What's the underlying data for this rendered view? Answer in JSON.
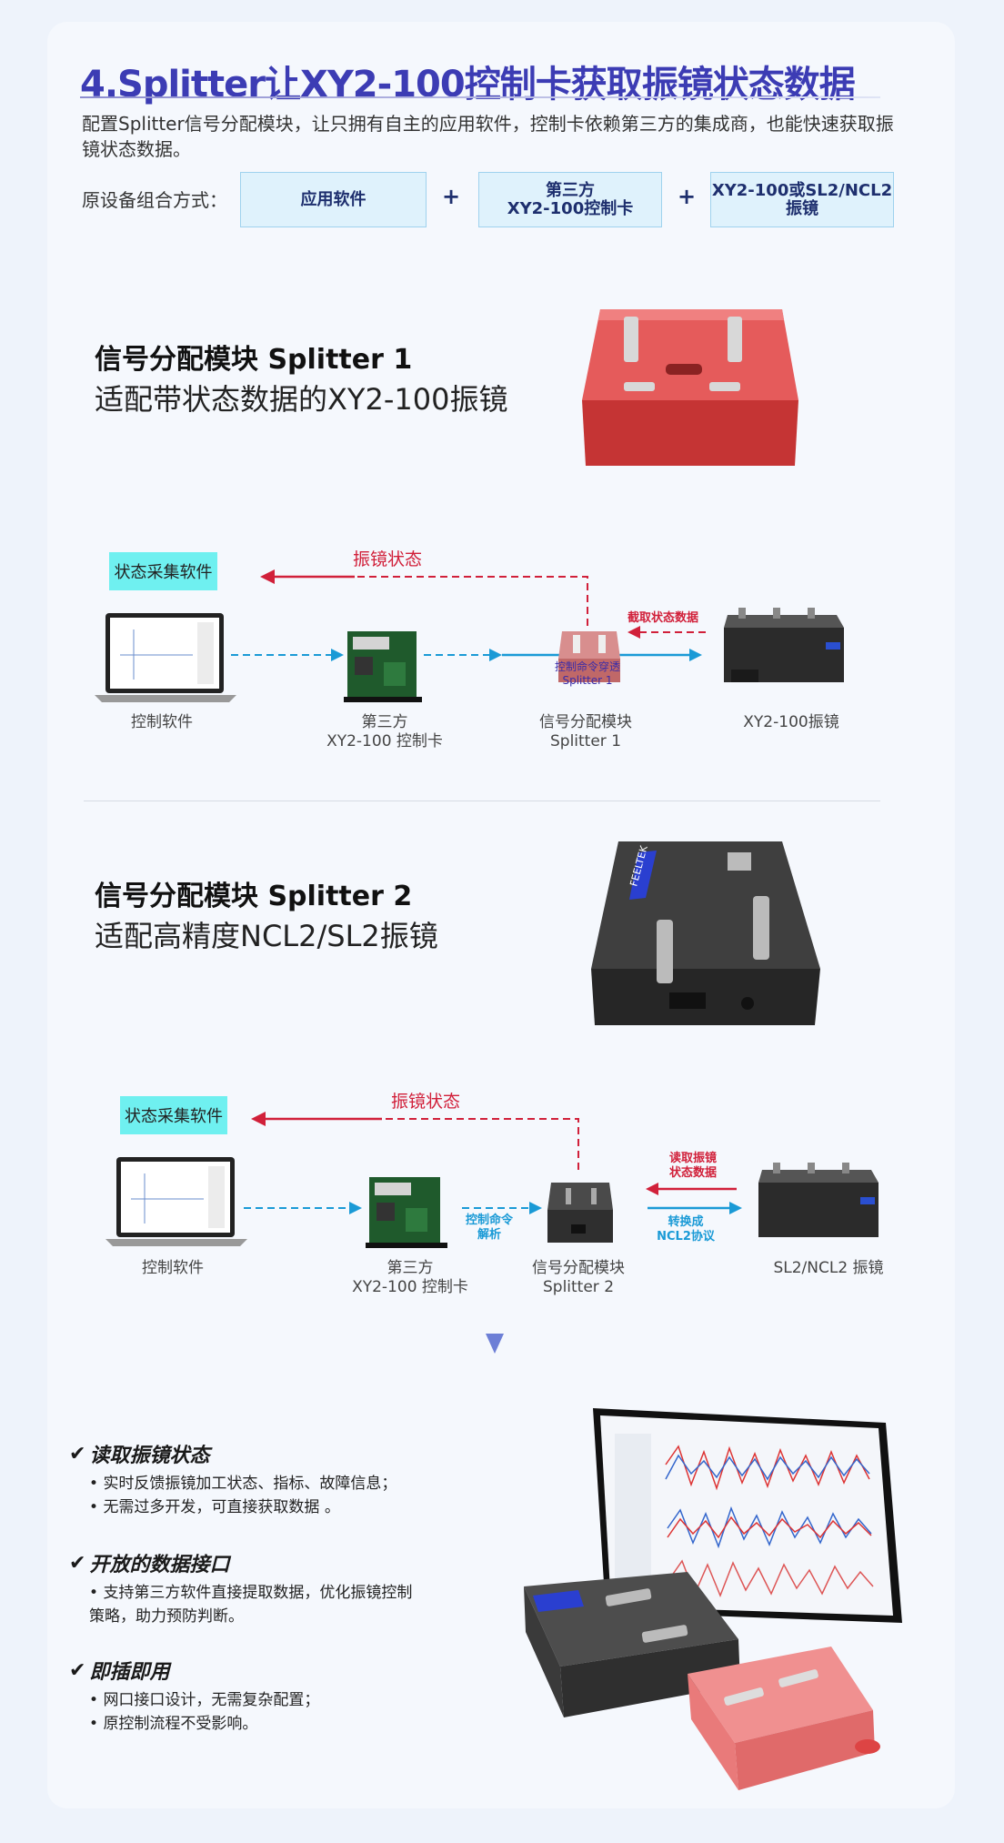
{
  "header": {
    "title": "4.Splitter让XY2-100控制卡获取振镜状态数据",
    "intro": "配置Splitter信号分配模块，让只拥有自主的应用软件，控制卡依赖第三方的集成商，也能快速获取振镜状态数据。"
  },
  "combo": {
    "label": "原设备组合方式：",
    "box1": "应用软件",
    "box2_line1": "第三方",
    "box2_line2": "XY2-100控制卡",
    "box3_line1": "XY2-100或SL2/NCL2",
    "box3_line2": "振镜",
    "plus": "+"
  },
  "splitter1": {
    "title": "信号分配模块 Splitter 1",
    "subtitle": "适配带状态数据的XY2-100振镜",
    "tag": "状态采集软件",
    "status_label": "振镜状态",
    "capture_label": "截取状态数据",
    "passthrough_line1": "控制命令穿透",
    "passthrough_line2": "Splitter 1",
    "node1": "控制软件",
    "node2_line1": "第三方",
    "node2_line2": "XY2-100 控制卡",
    "node3_line1": "信号分配模块",
    "node3_line2": "Splitter 1",
    "node4": "XY2-100振镜"
  },
  "splitter2": {
    "title": "信号分配模块 Splitter 2",
    "subtitle": "适配高精度NCL2/SL2振镜",
    "tag": "状态采集软件",
    "status_label": "振镜状态",
    "read_line1": "读取振镜",
    "read_line2": "状态数据",
    "parse_line1": "控制命令",
    "parse_line2": "解析",
    "convert_line1": "转换成",
    "convert_line2": "NCL2协议",
    "node1": "控制软件",
    "node2_line1": "第三方",
    "node2_line2": "XY2-100 控制卡",
    "node3_line1": "信号分配模块",
    "node3_line2": "Splitter 2",
    "node4": "SL2/NCL2 振镜",
    "device_brand": "FEELTEK"
  },
  "features": [
    {
      "title": "读取振镜状态",
      "items": [
        "实时反馈振镜加工状态、指标、故障信息；",
        "无需过多开发，可直接获取数据 。"
      ]
    },
    {
      "title": "开放的数据接口",
      "items": [
        "支持第三方软件直接提取数据，优化振镜控制策略，助力预防判断。"
      ]
    },
    {
      "title": "即插即用",
      "items": [
        "网口接口设计，无需复杂配置；",
        "原控制流程不受影响。"
      ]
    }
  ],
  "colors": {
    "title": "#3c3cb4",
    "status_red": "#d1203a",
    "signal_blue": "#1a9ad6",
    "tag_bg": "#6ff0f0",
    "box_bg": "#dff2fc"
  }
}
